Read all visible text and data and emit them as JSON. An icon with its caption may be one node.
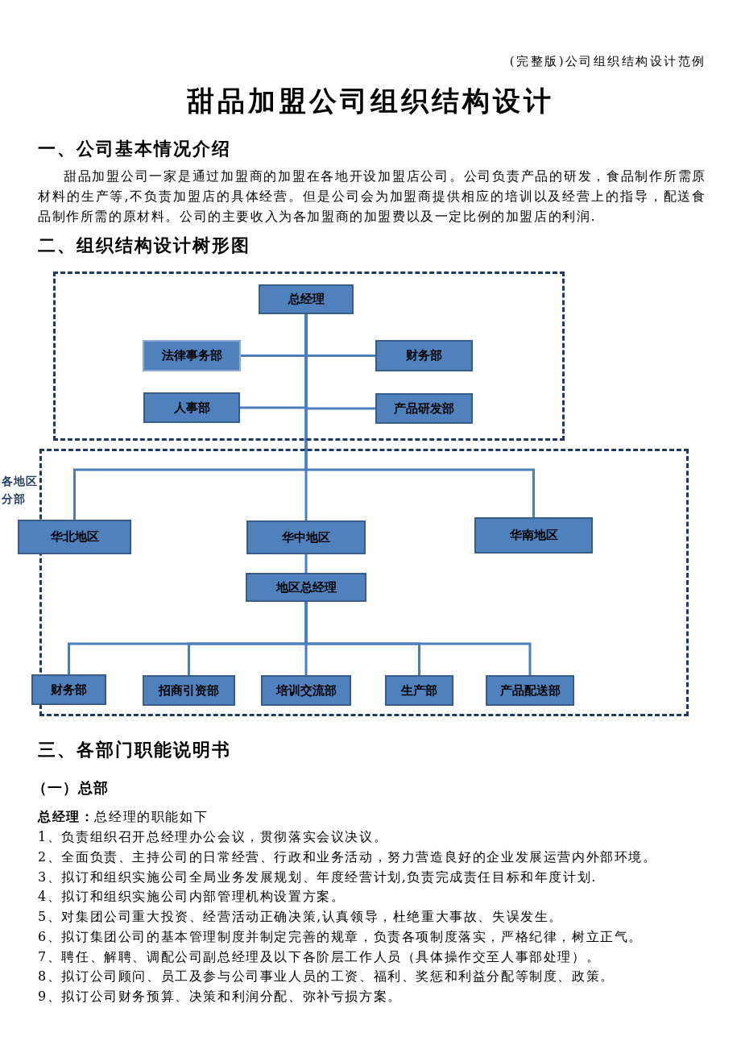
{
  "diagram": {
    "title": "甜品加盟公司组织结构设计",
    "nodes": [
      {
        "text": [],
        "shape": "box"
      },
      {
        "text": [
          "总经理"
        ],
        "in": 0
      },
      {
        "text": [
          "法律事务部"
        ],
        "in": 0
      },
      {
        "text": [
          "财务部"
        ],
        "in": 0
      },
      {
        "text": [
          "人事部"
        ],
        "in": 0
      },
      {
        "text": [
          "产品研发部"
        ],
        "in": 0
      },
      {
        "text": [
          "各地区分部"
        ]
      },
      {
        "text": [
          "华北地区"
        ]
      },
      {
        "text": [
          "华中地区"
        ],
        "in": 6
      },
      {
        "text": [
          "华南地区"
        ],
        "in": 6
      },
      {
        "text": [
          "地区总经理"
        ],
        "in": 6
      },
      {
        "text": [
          "财务部"
        ]
      },
      {
        "text": [
          "招商引资部"
        ],
        "in": 6
      },
      {
        "text": [
          "培训交流部"
        ],
        "in": 6
      },
      {
        "text": [
          "生产部"
        ],
        "in": 6
      },
      {
        "text": [
          "产品配送部"
        ],
        "in": 6
      }
    ],
    "edges": [
      {
        "from": 1,
        "to": 2,
        "arrow": "none"
      },
      {
        "from": 1,
        "to": 3,
        "arrow": "none"
      },
      {
        "from": 1,
        "to": 4,
        "arrow": "none"
      },
      {
        "from": 1,
        "to": 5,
        "arrow": "none"
      },
      {
        "from": 1,
        "to": 7,
        "arrow": "none"
      },
      {
        "from": 1,
        "to": 8,
        "arrow": "none"
      },
      {
        "from": 1,
        "to": 9,
        "arrow": "none"
      },
      {
        "from": 8,
        "to": 10,
        "arrow": "none"
      },
      {
        "from": 10,
        "to": 11,
        "arrow": "none"
      },
      {
        "from": 10,
        "to": 12,
        "arrow": "none"
      },
      {
        "from": 10,
        "to": 13,
        "arrow": "none"
      },
      {
        "from": 10,
        "to": 14,
        "arrow": "none"
      },
      {
        "from": 10,
        "to": 15,
        "arrow": "none"
      }
    ],
    "labels": [
      "(完整版)公司组织结构设计范例",
      "一、公司基本情况介绍",
      "甜品加盟公司一家是通过加盟商的加盟在各地开设加盟店公司。公司负责产品的研发，食品制作所需原材料的生产等,不负责加盟店的具体经营。但是公司会为加盟商提供相应的培训以及经营上的指导，配送食品制作所需的原材料。公司的主要收入为各加盟商的加盟费以及一定比例的加盟店的利润.",
      "二、组织结构设计树形图",
      "三、各部门职能说明书",
      "（一）总部",
      "**总经理：**总经理的职能如下",
      "1、负责组织召开总经理办公会议，贯彻落实会议决议。",
      "2、全面负责、主持公司的日常经营、行政和业务活动，努力营造良好的企业发展运营内外部环境。",
      "3、拟订和组织实施公司全局业务发展规划、年度经营计划,负责完成责任目标和年度计划.",
      "4、拟订和组织实施公司内部管理机构设置方案。",
      "5、对集团公司重大投资、经营活动正确决策,认真领导，杜绝重大事故、失误发生。",
      "6、拟订集团公司的基本管理制度并制定完善的规章，负责各项制度落实，严格纪律，树立正气。",
      "7、聘任、解聘、调配公司副总经理及以下各阶层工作人员（具体操作交至人事部处理）。",
      "8、拟订公司顾问、员工及参与公司事业人员的工资、福利、奖惩和利益分配等制度、政策。",
      "9、拟订公司财务预算、决策和利润分配、弥补亏损方案。"
    ]
  }
}
